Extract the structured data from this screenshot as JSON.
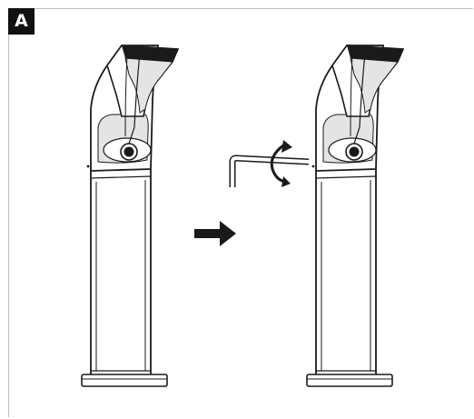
{
  "step_label": "A",
  "colors": {
    "ink": "#1a1a1a",
    "panel": "#e4e4e4",
    "badge_bg": "#111111",
    "badge_text": "#ffffff"
  },
  "figures": [
    {
      "name": "bollard-light-before",
      "icon": "bollard-lamp-icon"
    },
    {
      "name": "bollard-light-after",
      "icon": "bollard-lamp-icon"
    }
  ],
  "arrow": {
    "icon": "right-arrow-icon"
  },
  "tool": {
    "icon": "hex-key-icon",
    "action_icon": "rotate-icon"
  }
}
